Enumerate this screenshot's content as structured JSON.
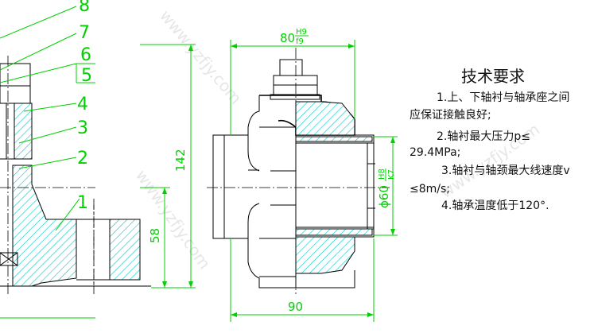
{
  "balloons": [
    "8",
    "7",
    "6",
    "5",
    "4",
    "3",
    "2",
    "1"
  ],
  "dims": {
    "width_top": "80",
    "fit_top_upper": "H9",
    "fit_top_lower": "f9",
    "height_total": "142",
    "height_58": "58",
    "diameter": "ϕ60",
    "fit_d_upper": "H8",
    "fit_d_lower": "K7",
    "width_bottom": "90"
  },
  "notes": {
    "title": "技术要求",
    "line1": "1.上、下轴衬与轴承座之间",
    "line1b": "应保证接触良好;",
    "line2": "2.轴衬最大压力p≤",
    "line2b": "29.4MPa;",
    "line3": "3.轴衬与轴颈最大线速度v",
    "line3b": "≤8m/s;",
    "line4": "4.轴承温度低于120°."
  },
  "watermark": "www.yzfjy.com",
  "colors": {
    "dimension": "#00d000",
    "hatch": "#00c8c8",
    "outline": "#000000"
  }
}
